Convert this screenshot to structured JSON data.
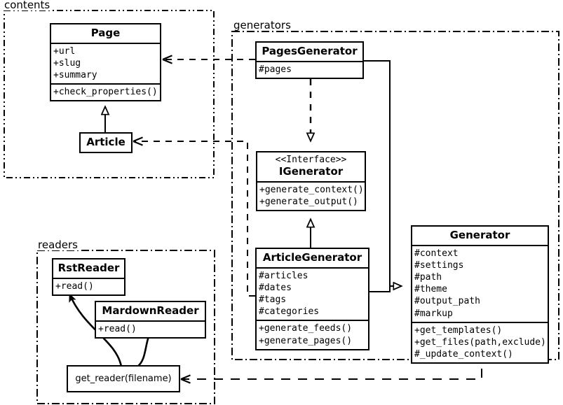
{
  "diagram": {
    "type": "uml-class-diagram",
    "packages": [
      {
        "id": "contents",
        "label": "contents"
      },
      {
        "id": "generators",
        "label": "generators"
      },
      {
        "id": "readers",
        "label": "readers"
      }
    ],
    "classes": {
      "page": {
        "name": "Page",
        "attributes": [
          "+url",
          "+slug",
          "+summary"
        ],
        "methods": [
          "+check_properties()"
        ]
      },
      "article": {
        "name": "Article",
        "attributes": [],
        "methods": []
      },
      "pages_generator": {
        "name": "PagesGenerator",
        "attributes": [
          "#pages"
        ],
        "methods": []
      },
      "igenerator": {
        "stereotype": "<<Interface>>",
        "name": "IGenerator",
        "attributes": [],
        "methods": [
          "+generate_context()",
          "+generate_output()"
        ]
      },
      "article_generator": {
        "name": "ArticleGenerator",
        "attributes": [
          "#articles",
          "#dates",
          "#tags",
          "#categories"
        ],
        "methods": [
          "+generate_feeds()",
          "+generate_pages()"
        ]
      },
      "generator": {
        "name": "Generator",
        "attributes": [
          "#context",
          "#settings",
          "#path",
          "#theme",
          "#output_path",
          "#markup"
        ],
        "methods": [
          "+get_templates()",
          "+get_files(path,exclude)",
          "#_update_context()"
        ]
      },
      "rst_reader": {
        "name": "RstReader",
        "attributes": [],
        "methods": [
          "+read()"
        ]
      },
      "mardown_reader": {
        "name": "MardownReader",
        "attributes": [],
        "methods": [
          "+read()"
        ]
      },
      "get_reader": {
        "name": "get_reader(filename)"
      }
    },
    "relationships": [
      {
        "from": "article",
        "to": "page",
        "type": "generalization"
      },
      {
        "from": "pages_generator",
        "to": "igenerator",
        "type": "realization"
      },
      {
        "from": "article_generator",
        "to": "igenerator",
        "type": "generalization"
      },
      {
        "from": "pages_generator",
        "to": "generator",
        "type": "generalization"
      },
      {
        "from": "article_generator",
        "to": "generator",
        "type": "generalization"
      },
      {
        "from": "pages_generator",
        "to": "page",
        "type": "dependency"
      },
      {
        "from": "article_generator",
        "to": "article",
        "type": "dependency"
      },
      {
        "from": "generator",
        "to": "get_reader",
        "type": "dependency"
      },
      {
        "from": "get_reader",
        "to": "rst_reader",
        "type": "usage"
      },
      {
        "from": "get_reader",
        "to": "mardown_reader",
        "type": "usage"
      }
    ],
    "colors": {
      "stroke": "#000000",
      "background": "#ffffff"
    }
  }
}
